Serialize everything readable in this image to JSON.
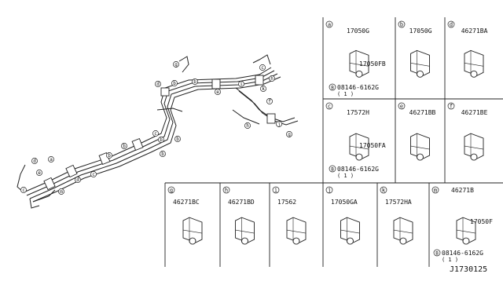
{
  "diagram_code": "J1730125",
  "cells": [
    {
      "letter": "a",
      "parts": [
        "17050G",
        "17050FB"
      ],
      "bolt": "08146-6162G",
      "qty": "( 1 )"
    },
    {
      "letter": "b",
      "parts": [
        "17050G"
      ]
    },
    {
      "letter": "d",
      "parts": [
        "46271BA"
      ]
    },
    {
      "letter": "c",
      "parts": [
        "17572H",
        "17050FA"
      ],
      "bolt": "08146-6162G",
      "qty": "( 1 )"
    },
    {
      "letter": "e",
      "parts": [
        "46271BB"
      ]
    },
    {
      "letter": "f",
      "parts": [
        "46271BE"
      ]
    },
    {
      "letter": "g",
      "parts": [
        "46271BC"
      ]
    },
    {
      "letter": "h",
      "parts": [
        "46271BD"
      ]
    },
    {
      "letter": "i",
      "parts": [
        "17562"
      ]
    },
    {
      "letter": "j",
      "parts": [
        "17050GA"
      ]
    },
    {
      "letter": "k",
      "parts": [
        "17572HA"
      ]
    },
    {
      "letter": "m",
      "parts": [
        "46271B",
        "17050F"
      ],
      "bolt": "08146-6162G",
      "qty": "( 1 )"
    }
  ],
  "bolt_prefix": "B",
  "callouts": [
    "g",
    "d",
    "b",
    "e",
    "h",
    "i",
    "k",
    "f",
    "j",
    "g",
    "h",
    "c",
    "b",
    "c",
    "b",
    "b",
    "b",
    "b",
    "b",
    "c",
    "d",
    "m",
    "c",
    "a",
    "d",
    "e"
  ]
}
